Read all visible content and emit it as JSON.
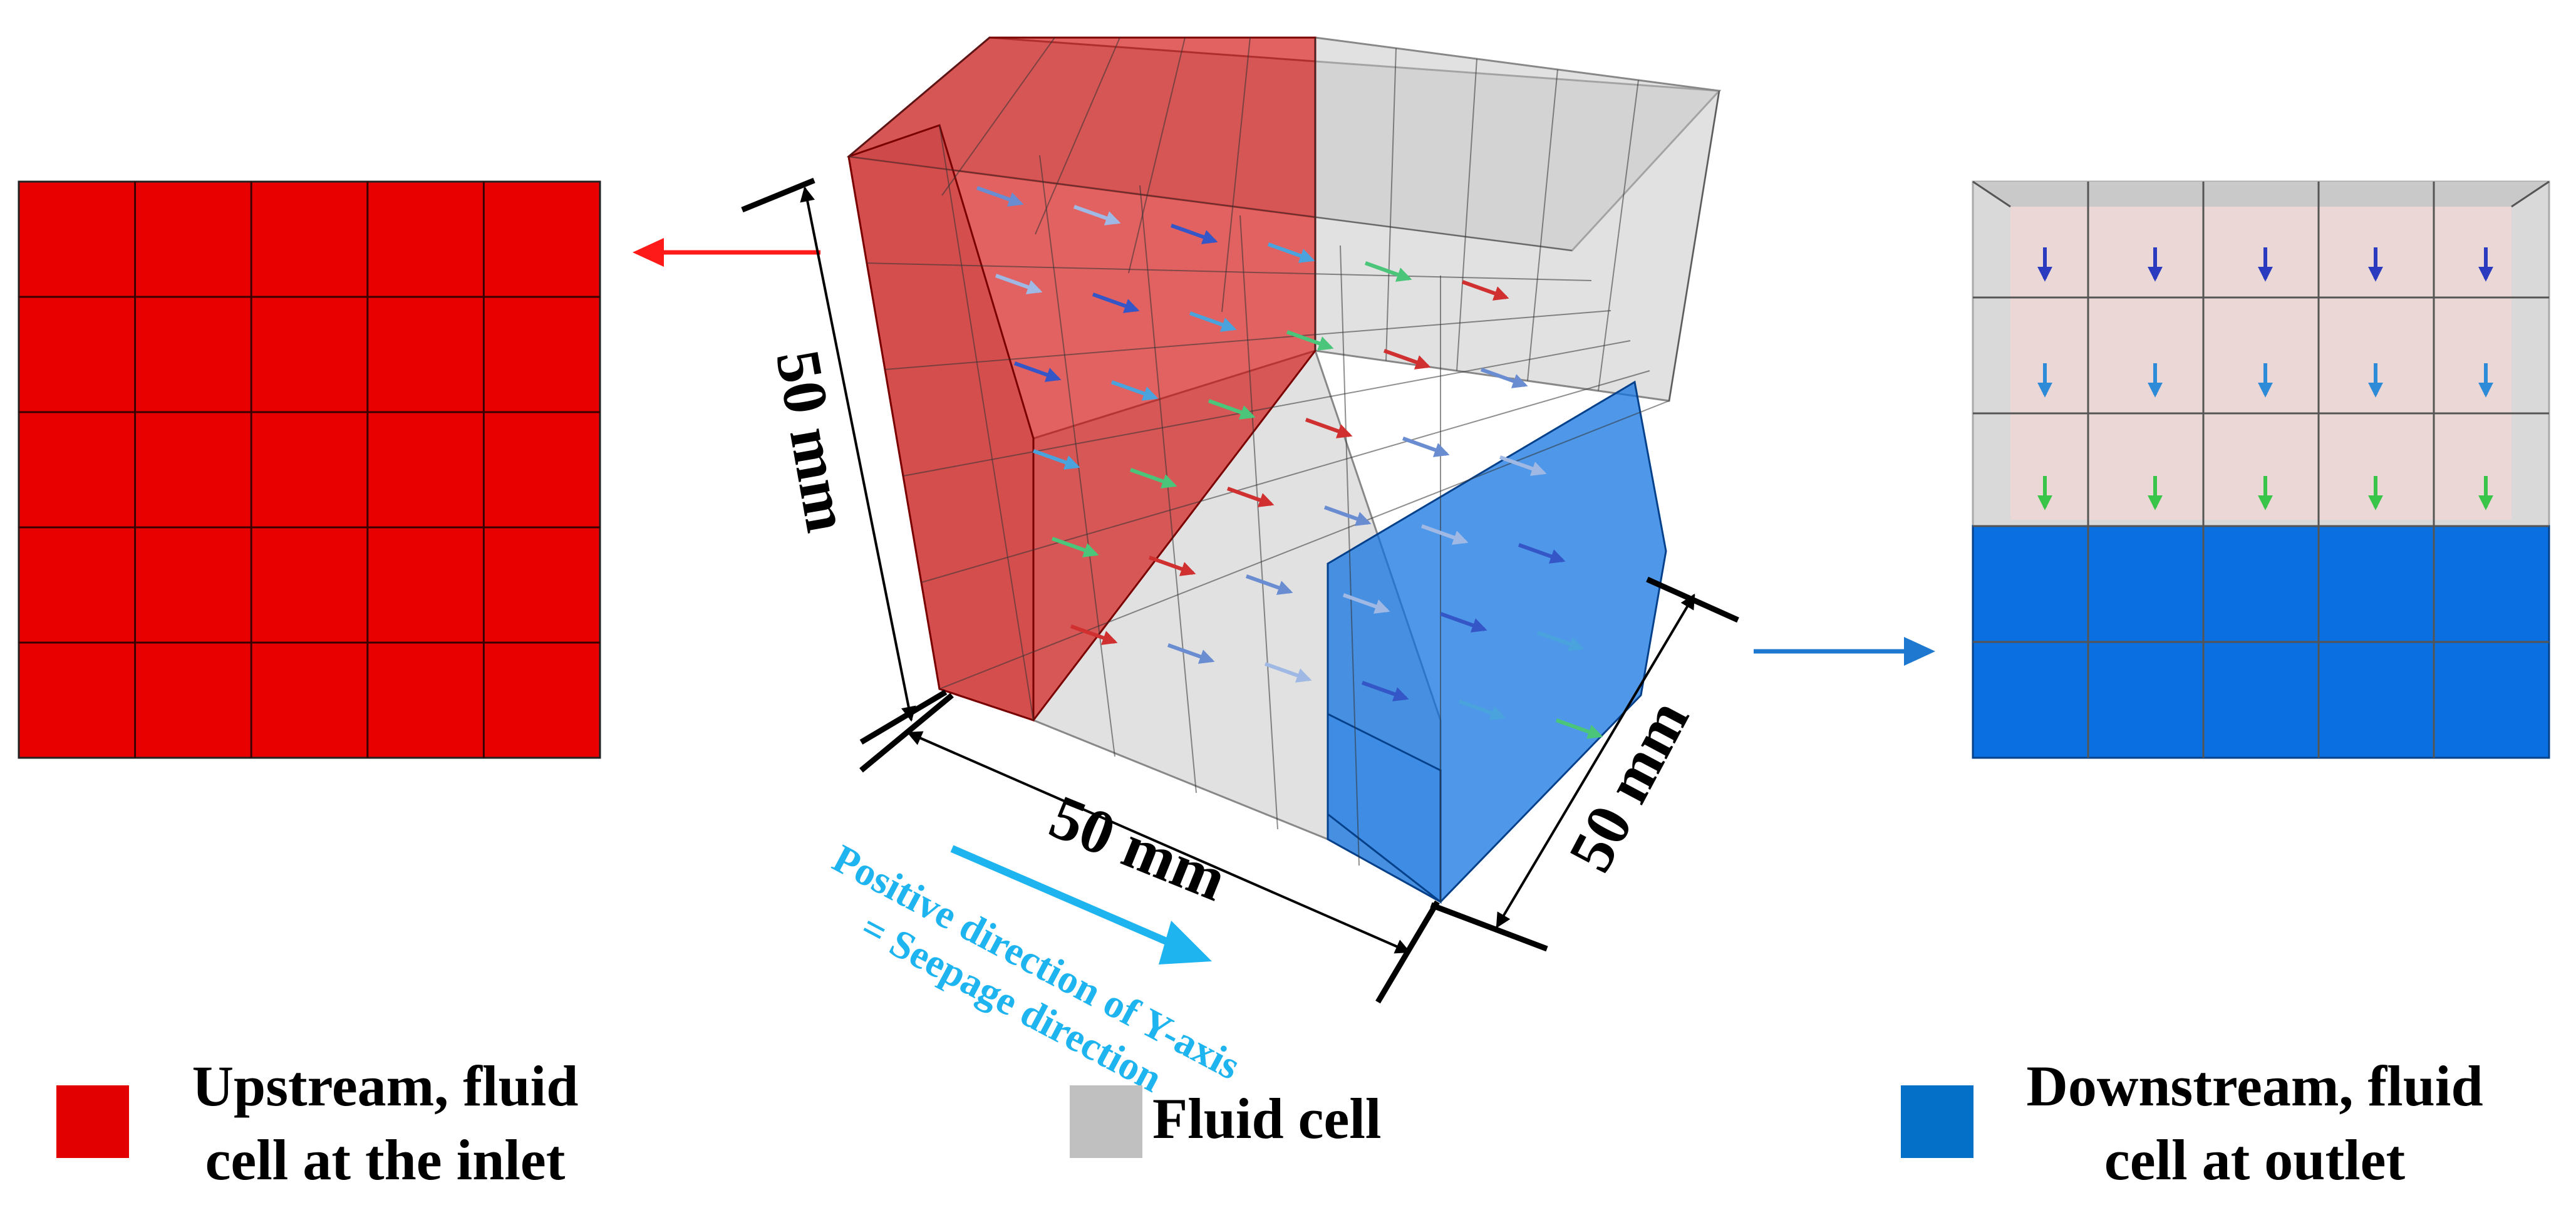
{
  "dimensions": {
    "height": "50 mm",
    "length": "50 mm",
    "width": "50 mm"
  },
  "direction_note": {
    "line1": "Positive direction of Y-axis",
    "line2": "= Seepage direction"
  },
  "legend": [
    {
      "line1": "Upstream, fluid",
      "line2": "cell at the inlet",
      "color": "#e30000"
    },
    {
      "line1": "Fluid cell",
      "line2": "",
      "color": "#c0c0c0"
    },
    {
      "line1": "Downstream, fluid",
      "line2": "cell at outlet",
      "color": "#0470c8"
    }
  ],
  "colors": {
    "upstream": "#e30000",
    "fluid": "#c0c0c0",
    "downstream": "#0a6fe0",
    "note": "#1eb4ef",
    "arrow_red": "#ff1a1a",
    "arrow_blue": "#1f78d0"
  }
}
